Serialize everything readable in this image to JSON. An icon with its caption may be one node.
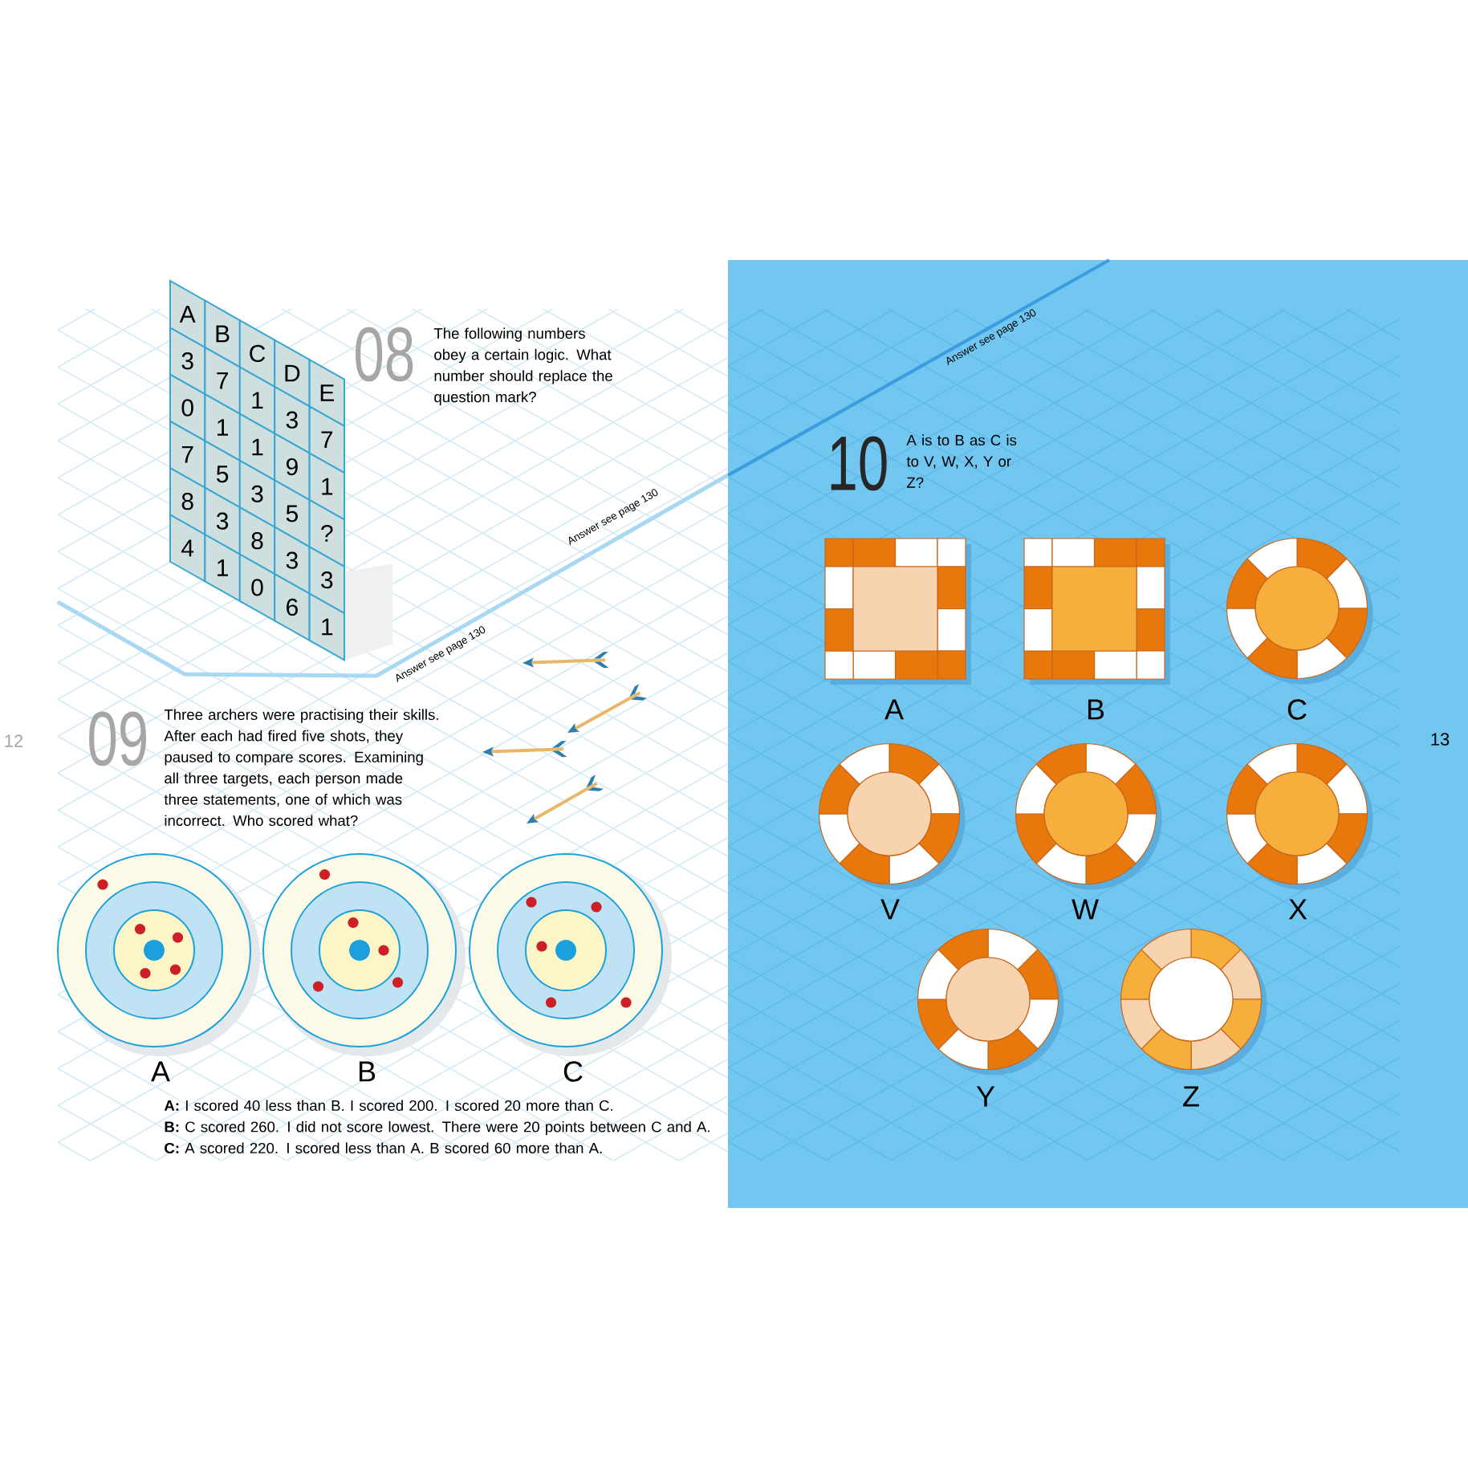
{
  "diagram": {
    "nodes": [
      {
        "text": [
          "A"
        ]
      },
      {
        "text": [
          "B"
        ]
      },
      {
        "text": [
          "C"
        ]
      },
      {
        "text": [
          "A"
        ]
      },
      {
        "text": [
          "B"
        ]
      },
      {
        "text": [
          "C"
        ]
      },
      {
        "text": [
          "V"
        ]
      },
      {
        "text": [
          "W"
        ]
      },
      {
        "text": [
          "X"
        ]
      },
      {
        "text": [
          "Y"
        ]
      },
      {
        "text": [
          "Z"
        ]
      }
    ],
    "labels": [
      "08",
      "The following numbers obey a certain logic. What number should replace the question mark?",
      "A",
      "B",
      "C",
      "D",
      "E",
      "3",
      "7",
      "1",
      "3",
      "7",
      "0",
      "1",
      "1",
      "9",
      "1",
      "7",
      "5",
      "3",
      "5",
      "?",
      "8",
      "3",
      "8",
      "3",
      "3",
      "4",
      "1",
      "0",
      "6",
      "1",
      "Answer see page 130",
      "Answer see page 130",
      "09",
      "Three archers were practising their skills. After each had fired five shots, they paused to compare scores. Examining all three targets, each person made three statements, one of which was incorrect. Who scored what?",
      "**A:** I scored 40 less than B. I scored 200. I scored 20 more than C.",
      "**B:** C scored 260. I did not score lowest. There were 20 points between C and A.",
      "**C:** A scored 220. I scored less than A. B scored 60 more than A.",
      "12",
      "10",
      "A is to B as C is to V, W, X, Y or Z?",
      "Answer see page 130",
      "13"
    ]
  }
}
